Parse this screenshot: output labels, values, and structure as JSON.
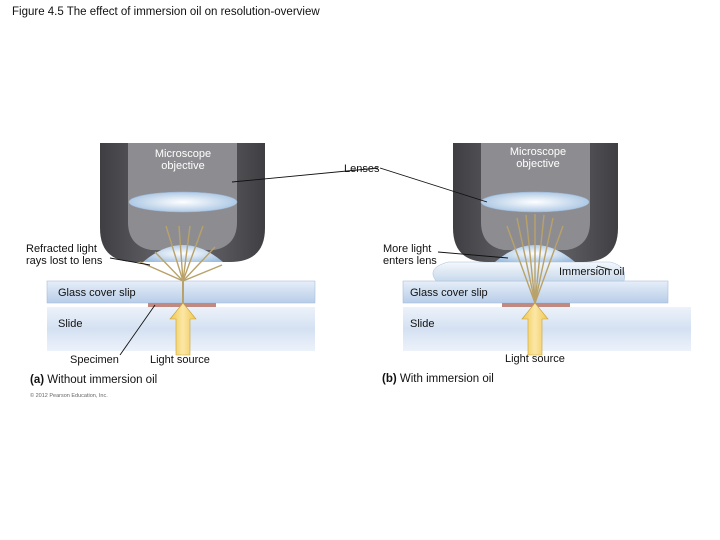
{
  "title": "Figure 4.5 The effect of immersion oil on resolution-overview",
  "labels": {
    "microscope_objective_left": "Microscope\nobjective",
    "microscope_objective_right": "Microscope\nobjective",
    "lenses": "Lenses",
    "refracted_light": "Refracted light\nrays lost to lens",
    "more_light": "More light\nenters lens",
    "immersion_oil": "Immersion oil",
    "glass_cover_slip_left": "Glass cover slip",
    "glass_cover_slip_right": "Glass cover slip",
    "slide_left": "Slide",
    "slide_right": "Slide",
    "specimen": "Specimen",
    "light_source_left": "Light source",
    "light_source_right": "Light source"
  },
  "captions": {
    "a_letter": "(a)",
    "a_text": "Without immersion oil",
    "b_letter": "(b)",
    "b_text": "With immersion oil"
  },
  "copyright": "© 2012 Pearson Education, Inc.",
  "colors": {
    "objective_dark": "#57575b",
    "objective_mid": "#8a8a8e",
    "lens_blue": "#bcd4ec",
    "glass_blue": "#c9daf0",
    "slide_blue": "#dbe6f4",
    "specimen": "#c08a80",
    "light_arrow": "#f5d36a",
    "oil": "#e2ecf6"
  }
}
